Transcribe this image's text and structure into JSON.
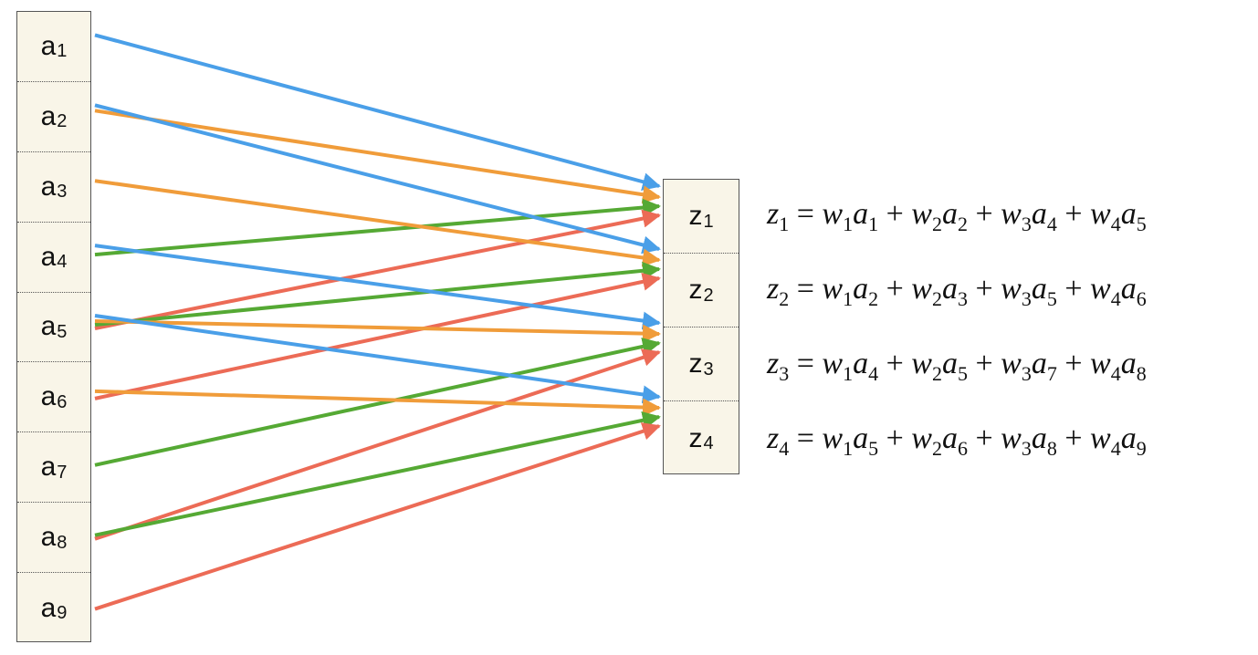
{
  "inputs": [
    {
      "base": "a",
      "sub": "1"
    },
    {
      "base": "a",
      "sub": "2"
    },
    {
      "base": "a",
      "sub": "3"
    },
    {
      "base": "a",
      "sub": "4"
    },
    {
      "base": "a",
      "sub": "5"
    },
    {
      "base": "a",
      "sub": "6"
    },
    {
      "base": "a",
      "sub": "7"
    },
    {
      "base": "a",
      "sub": "8"
    },
    {
      "base": "a",
      "sub": "9"
    }
  ],
  "outputs": [
    {
      "base": "z",
      "sub": "1"
    },
    {
      "base": "z",
      "sub": "2"
    },
    {
      "base": "z",
      "sub": "3"
    },
    {
      "base": "z",
      "sub": "4"
    }
  ],
  "colors": {
    "w1": "#4a9fe8",
    "w2": "#f09c3a",
    "w3": "#55a934",
    "w4": "#ec6b56"
  },
  "connections": [
    {
      "output": 1,
      "inputs": [
        1,
        2,
        4,
        5
      ]
    },
    {
      "output": 2,
      "inputs": [
        2,
        3,
        5,
        6
      ]
    },
    {
      "output": 3,
      "inputs": [
        4,
        5,
        7,
        8
      ]
    },
    {
      "output": 4,
      "inputs": [
        5,
        6,
        8,
        9
      ]
    }
  ],
  "equations": [
    {
      "lhs": "z",
      "lhs_sub": "1",
      "terms": [
        [
          "w",
          "1",
          "a",
          "1"
        ],
        [
          "w",
          "2",
          "a",
          "2"
        ],
        [
          "w",
          "3",
          "a",
          "4"
        ],
        [
          "w",
          "4",
          "a",
          "5"
        ]
      ]
    },
    {
      "lhs": "z",
      "lhs_sub": "2",
      "terms": [
        [
          "w",
          "1",
          "a",
          "2"
        ],
        [
          "w",
          "2",
          "a",
          "3"
        ],
        [
          "w",
          "3",
          "a",
          "5"
        ],
        [
          "w",
          "4",
          "a",
          "6"
        ]
      ]
    },
    {
      "lhs": "z",
      "lhs_sub": "3",
      "terms": [
        [
          "w",
          "1",
          "a",
          "4"
        ],
        [
          "w",
          "2",
          "a",
          "5"
        ],
        [
          "w",
          "3",
          "a",
          "7"
        ],
        [
          "w",
          "4",
          "a",
          "8"
        ]
      ]
    },
    {
      "lhs": "z",
      "lhs_sub": "4",
      "terms": [
        [
          "w",
          "1",
          "a",
          "5"
        ],
        [
          "w",
          "2",
          "a",
          "6"
        ],
        [
          "w",
          "3",
          "a",
          "8"
        ],
        [
          "w",
          "4",
          "a",
          "9"
        ]
      ]
    }
  ],
  "symbols": {
    "equals": "=",
    "plus": "+"
  }
}
